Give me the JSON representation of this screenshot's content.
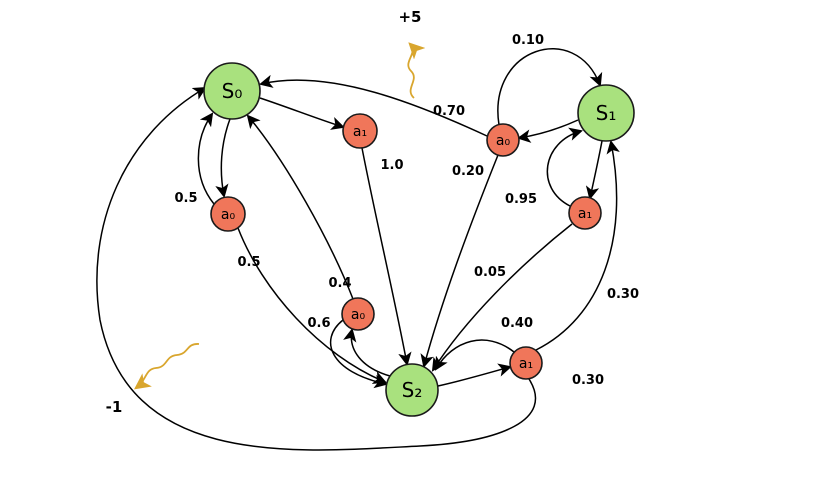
{
  "diagram": {
    "type": "mdp-state-transition-diagram",
    "labels": {
      "s0": "S₀",
      "s1": "S₁",
      "s2": "S₂",
      "s0_a0": "a₀",
      "s0_a1": "a₁",
      "s1_a0": "a₀",
      "s1_a1": "a₁",
      "s2_a0": "a₀",
      "s2_a1": "a₁",
      "p_s0a0_s0": "0.5",
      "p_s0a0_s2": "0.5",
      "p_s0a1_s2": "1.0",
      "p_s1a0_s1": "0.10",
      "p_s1a0_s0": "0.70",
      "p_s1a0_s2": "0.20",
      "p_s1a1_s1": "0.95",
      "p_s1a1_s2": "0.05",
      "p_s2a0_s0": "0.4",
      "p_s2a0_s2": "0.6",
      "p_s2a1_s2": "0.40",
      "p_s2a1_s1": "0.30",
      "p_s2a1_s0": "0.30",
      "reward_plus": "+5",
      "reward_minus": "-1"
    },
    "transitions": [
      {
        "state": "S₀",
        "action": "a₀",
        "to": "S₀",
        "p": "0.5"
      },
      {
        "state": "S₀",
        "action": "a₀",
        "to": "S₂",
        "p": "0.5"
      },
      {
        "state": "S₀",
        "action": "a₁",
        "to": "S₂",
        "p": "1.0"
      },
      {
        "state": "S₁",
        "action": "a₀",
        "to": "S₁",
        "p": "0.10"
      },
      {
        "state": "S₁",
        "action": "a₀",
        "to": "S₀",
        "p": "0.70",
        "reward": "+5"
      },
      {
        "state": "S₁",
        "action": "a₀",
        "to": "S₂",
        "p": "0.20"
      },
      {
        "state": "S₁",
        "action": "a₁",
        "to": "S₁",
        "p": "0.95"
      },
      {
        "state": "S₁",
        "action": "a₁",
        "to": "S₂",
        "p": "0.05"
      },
      {
        "state": "S₂",
        "action": "a₀",
        "to": "S₀",
        "p": "0.4"
      },
      {
        "state": "S₂",
        "action": "a₀",
        "to": "S₂",
        "p": "0.6"
      },
      {
        "state": "S₂",
        "action": "a₁",
        "to": "S₂",
        "p": "0.40"
      },
      {
        "state": "S₂",
        "action": "a₁",
        "to": "S₁",
        "p": "0.30"
      },
      {
        "state": "S₂",
        "action": "a₁",
        "to": "S₀",
        "p": "0.30",
        "reward": "-1"
      }
    ],
    "colors": {
      "state_fill": "#a9e17e",
      "action_fill": "#f0765a",
      "edge": "#000000",
      "reward_arrow": "#d9a62e"
    }
  }
}
